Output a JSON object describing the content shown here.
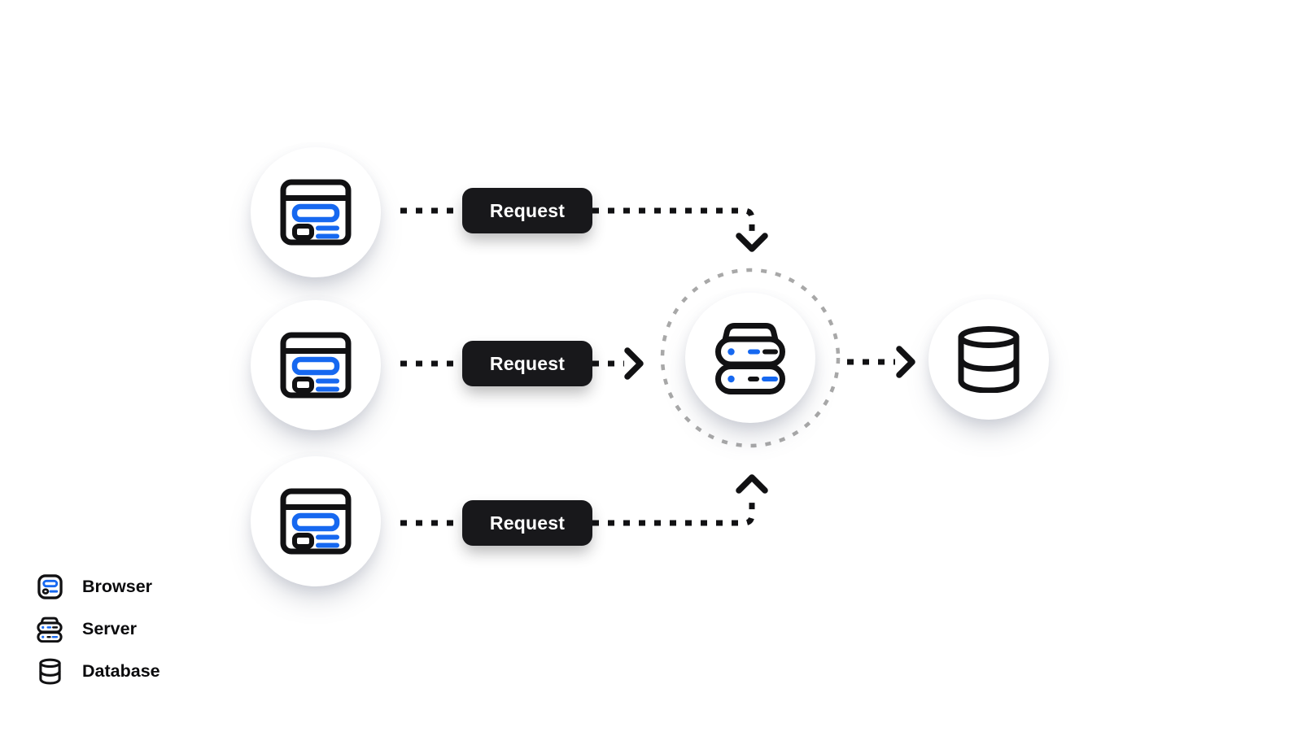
{
  "diagram": {
    "type": "architecture-flow",
    "flows": [
      {
        "from": "browser",
        "to": "server",
        "label": "Request"
      },
      {
        "from": "browser",
        "to": "server",
        "label": "Request"
      },
      {
        "from": "browser",
        "to": "server",
        "label": "Request"
      }
    ],
    "nodes": {
      "browsers": [
        {
          "icon": "browser-icon"
        },
        {
          "icon": "browser-icon"
        },
        {
          "icon": "browser-icon"
        }
      ],
      "server": {
        "icon": "server-icon",
        "boundary": "dotted-circle"
      },
      "database": {
        "icon": "database-icon"
      }
    },
    "legend": {
      "items": [
        {
          "icon": "browser-icon",
          "label": "Browser"
        },
        {
          "icon": "server-icon",
          "label": "Server"
        },
        {
          "icon": "database-icon",
          "label": "Database"
        }
      ]
    },
    "colors": {
      "accent_blue": "#1668f0",
      "line_black": "#111113",
      "button_bg": "#18181b",
      "button_text": "#ffffff",
      "ring_gray": "#a8a8a8",
      "background": "#ffffff"
    }
  }
}
